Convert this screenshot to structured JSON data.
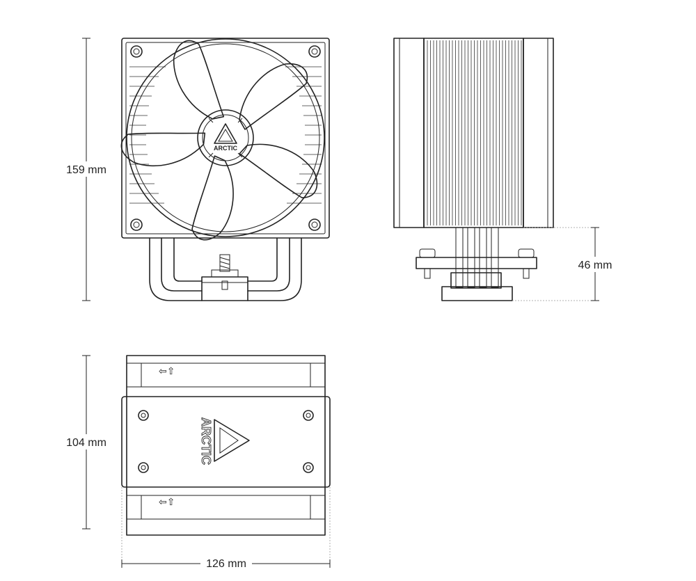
{
  "dimensions": {
    "height": "159 mm",
    "base_height": "46 mm",
    "depth": "104 mm",
    "width": "126 mm"
  },
  "brand": {
    "fan_logo": "ARCTIC",
    "top_logo": "ARCTIC"
  },
  "airflow_marks": {
    "top": "⇦⇧",
    "bottom": "⇦⇧"
  },
  "colors": {
    "line": "#222222",
    "background": "#ffffff",
    "extension_line": "#999999"
  }
}
